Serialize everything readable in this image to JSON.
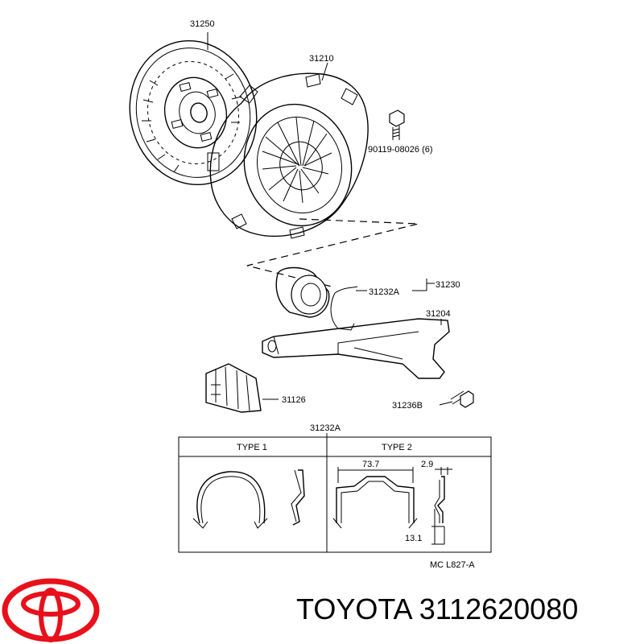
{
  "parts": {
    "clutch_disc": "31250",
    "clutch_cover": "31210",
    "bolt": "90119-08026 (6)",
    "release_bearing_assy": "31230",
    "hub_clip": "31232A",
    "release_fork": "31204",
    "fork_boot": "31126",
    "fork_support": "31236B"
  },
  "detail": {
    "title": "31232A",
    "type1_label": "TYPE  1",
    "type2_label": "TYPE  2",
    "dim_width": "73.7",
    "dim_thickness": "2.9",
    "dim_depth": "13.1"
  },
  "figure_code": "MC  L827-A",
  "brand_caption": "TOYOTA 3112620080",
  "colors": {
    "logo": "#e8101a",
    "ink": "#000000"
  }
}
